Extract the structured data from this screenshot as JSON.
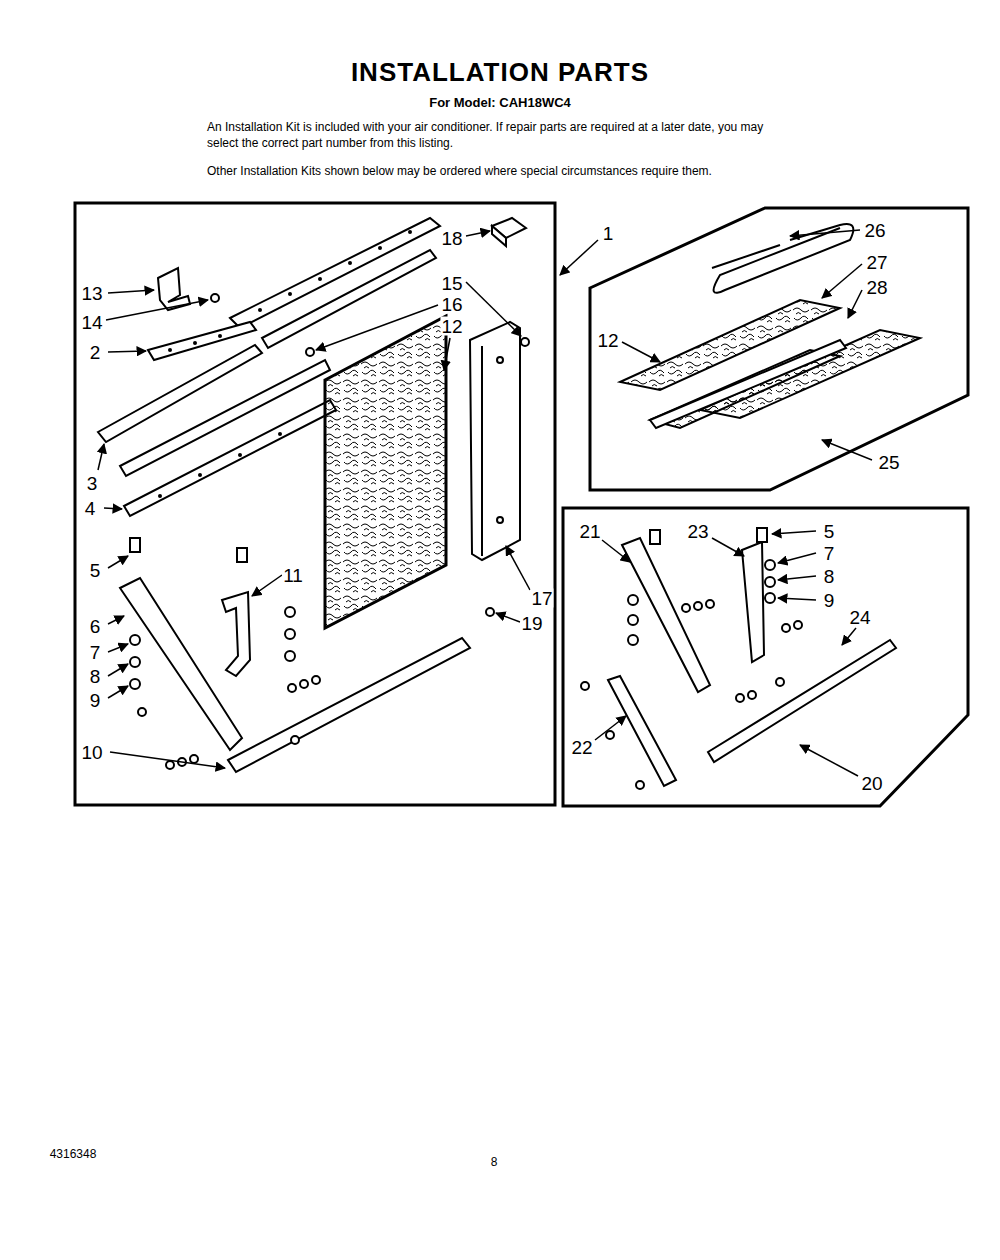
{
  "diagram": {
    "title": "INSTALLATION PARTS",
    "labels": [
      "For Model: CAH18WC4",
      "An Installation Kit is included with your air conditioner. If repair parts are required at a later date, you may select the correct part number from this listing.",
      "Other Installation Kits shown below may be ordered where special circumstances require them.",
      "13",
      "14",
      "2",
      "3",
      "4",
      "5",
      "6",
      "7",
      "8",
      "9",
      "10",
      "11",
      "18",
      "15",
      "16",
      "12",
      "17",
      "19",
      "1",
      "26",
      "27",
      "28",
      "12",
      "25",
      "21",
      "23",
      "5",
      "7",
      "8",
      "9",
      "24",
      "22",
      "20",
      "4316348",
      "8"
    ]
  }
}
